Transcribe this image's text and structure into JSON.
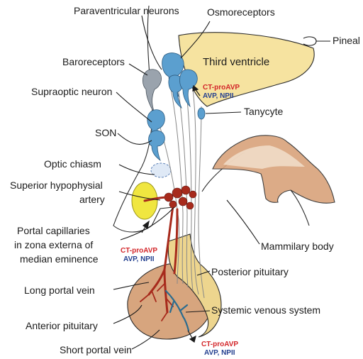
{
  "labels": {
    "paraventricular": "Paraventricular neurons",
    "osmoreceptors": "Osmoreceptors",
    "pineal": "Pineal",
    "third_ventricle": "Third ventricle",
    "baroreceptors": "Baroreceptors",
    "supraoptic": "Supraoptic neuron",
    "tanycyte": "Tanycyte",
    "son": "SON",
    "optic_chiasm": "Optic chiasm",
    "sha_line1": "Superior hypophysial",
    "sha_line2": "artery",
    "portal_line1": "Portal capillaries",
    "portal_line2": "in zona externa of",
    "portal_line3": "median eminence",
    "mammillary": "Mammilary body",
    "long_portal": "Long portal vein",
    "posterior": "Posterior pituitary",
    "anterior": "Anterior pituitary",
    "systemic": "Systemic venous system",
    "short_portal": "Short portal vein"
  },
  "secretions": {
    "ct_proavp": "CT-proAVP",
    "avp_npii": "AVP, NPII"
  },
  "colors": {
    "ventricle": "#f6e3a0",
    "neuron_blue": "#5b9fcf",
    "baroreceptor_gray": "#9aa3ad",
    "artery_red": "#a72a1c",
    "anterior_pit": "#d7a57e",
    "posterior_pit": "#edd58e",
    "chiasm_yellow": "#f0e640",
    "mammillary": "#d9a37b",
    "ct_red": "#d3262a",
    "avp_blue": "#233f8f"
  }
}
